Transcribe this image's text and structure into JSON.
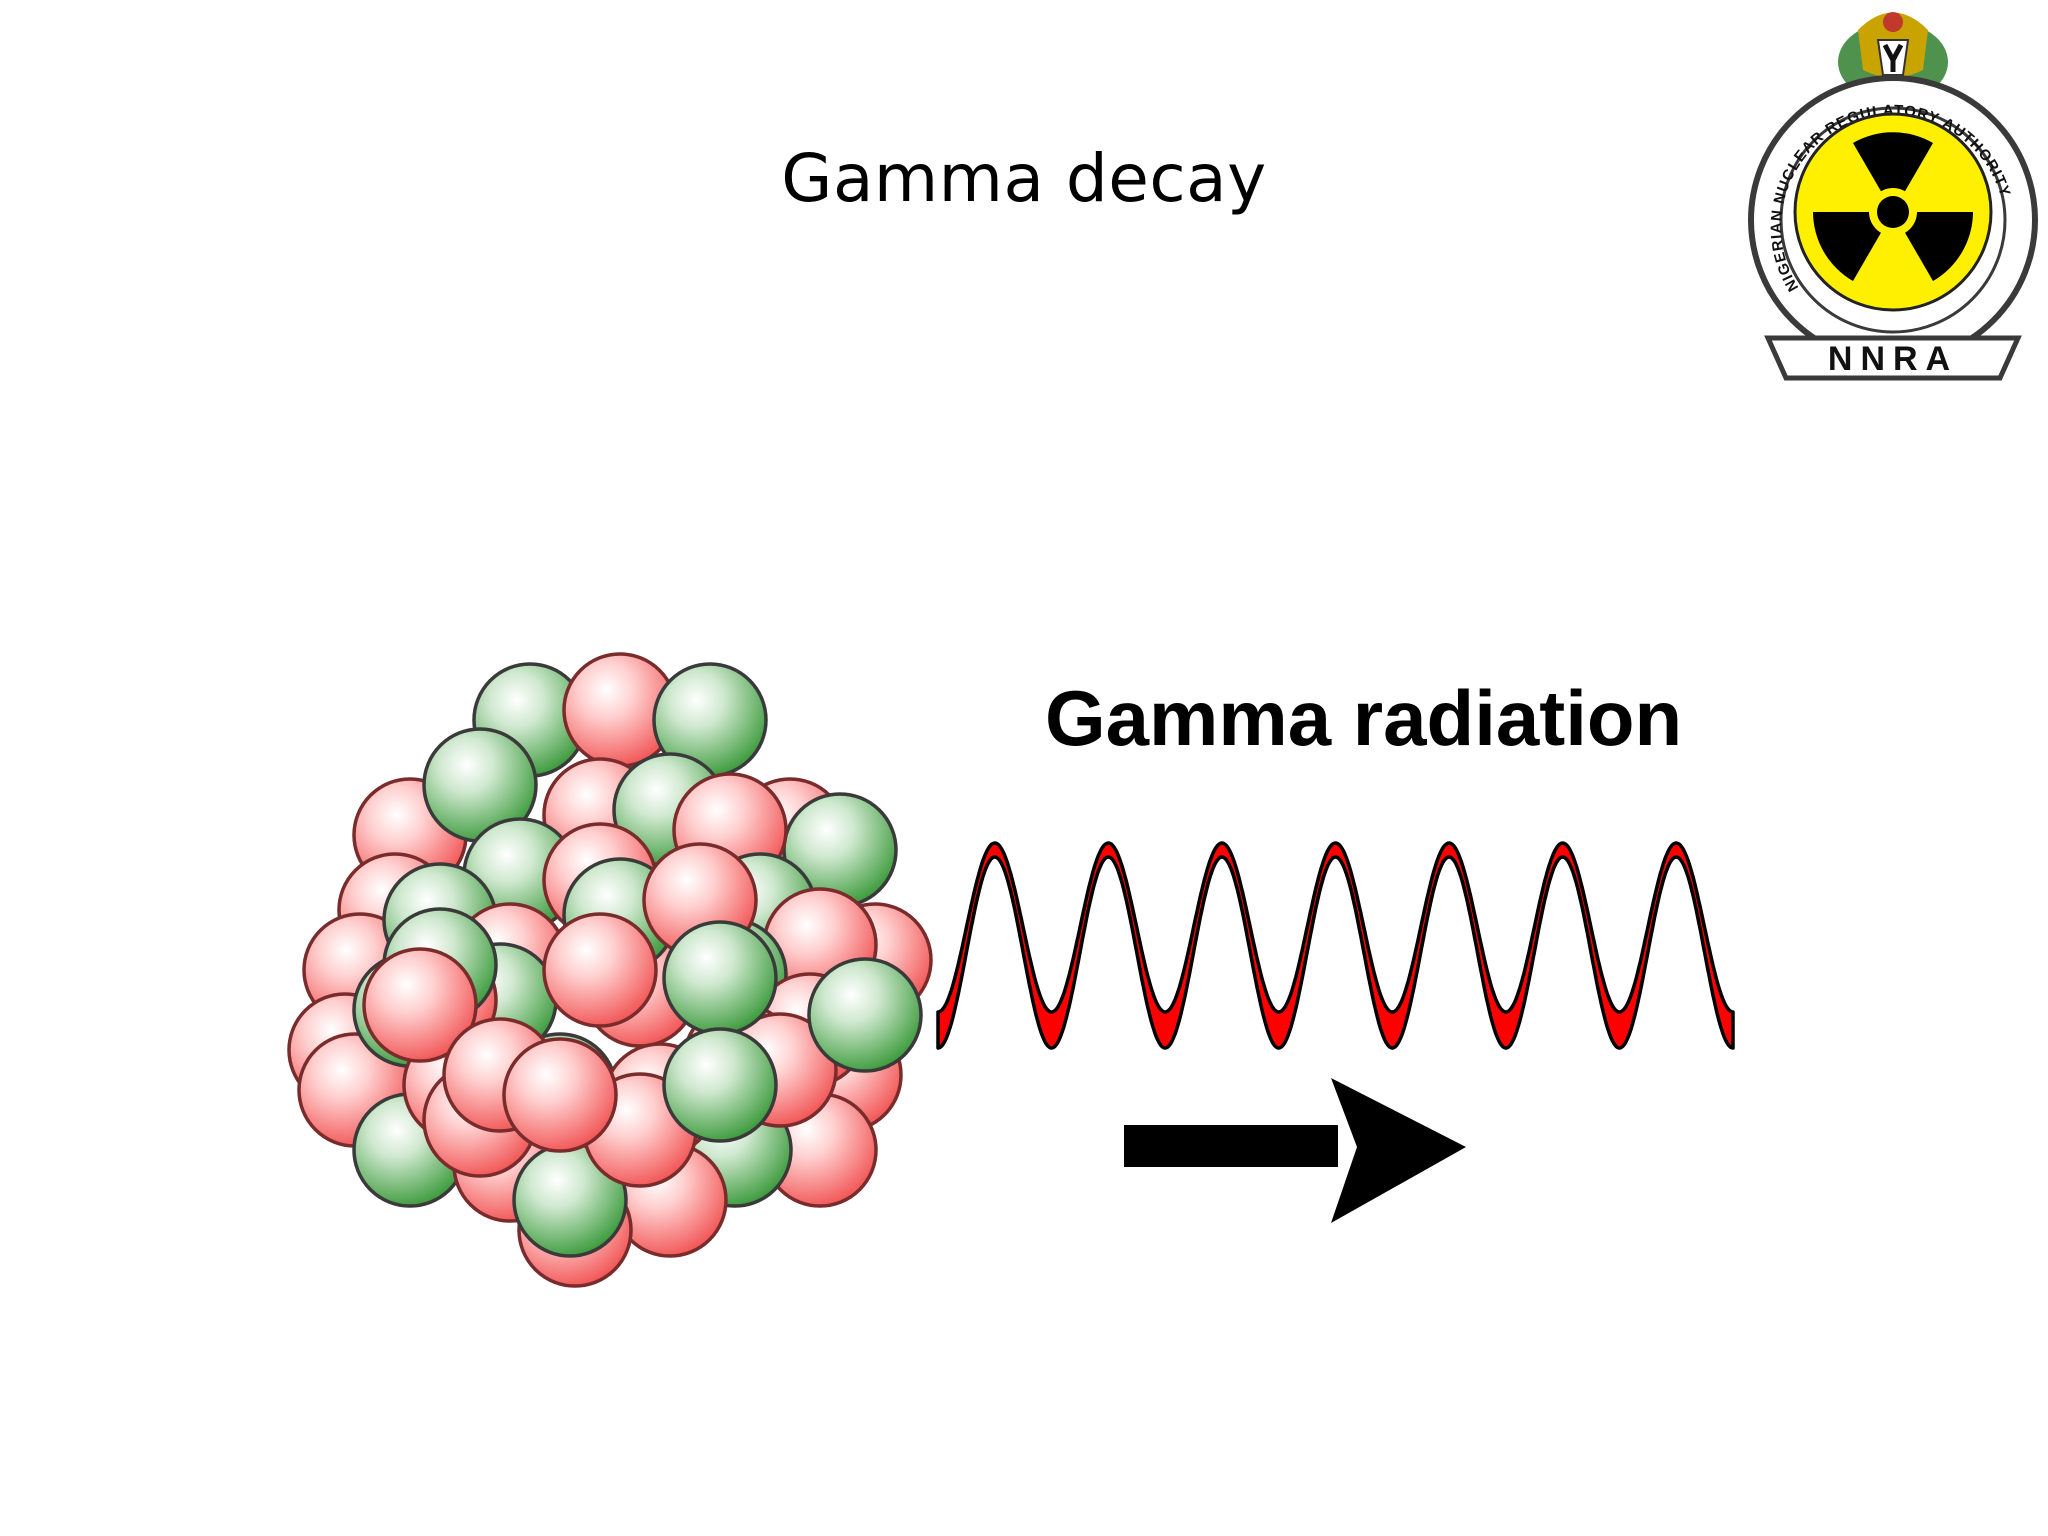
{
  "slide": {
    "title": "Gamma decay",
    "radiation_label": "Gamma radiation"
  },
  "logo": {
    "ring_text": "NIGERIAN NUCLEAR REGULATORY AUTHORITY",
    "acronym": "NNRA",
    "symbol": "radiation-trefoil-icon",
    "crest": "coat-of-arms-icon"
  },
  "nucleus": {
    "particle_types": [
      "proton",
      "neutron"
    ]
  },
  "colors": {
    "proton": "#f26a6a",
    "neutron": "#4fa84f",
    "wave": "#ff0000",
    "arrow": "#000000",
    "logo_yellow": "#ffef00"
  }
}
